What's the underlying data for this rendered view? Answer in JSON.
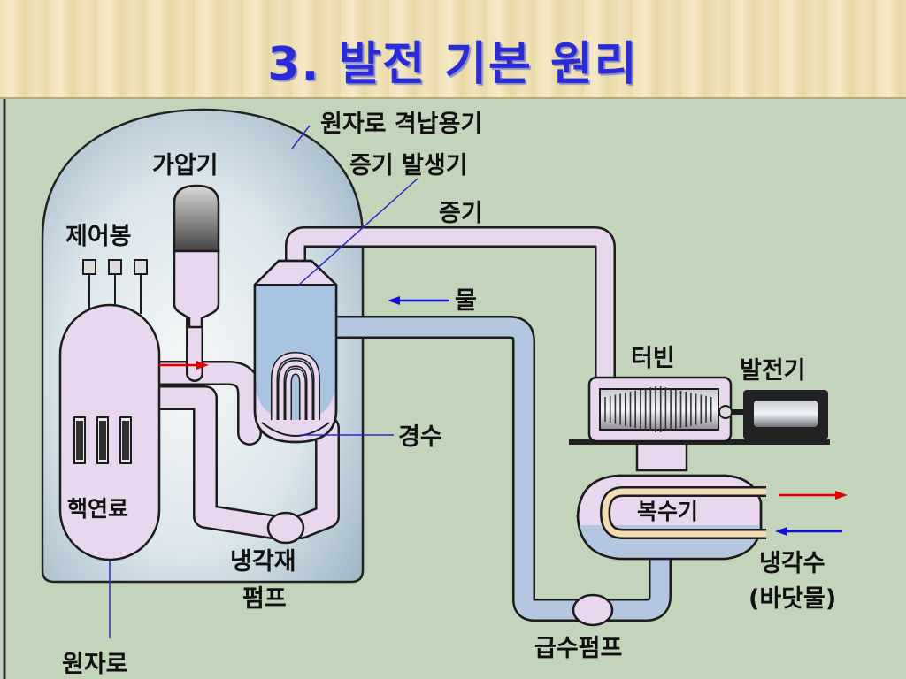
{
  "slide": {
    "title": "3. 발전 기본 원리"
  },
  "diagram": {
    "labels": {
      "containment": "원자로 격납용기",
      "steam_generator": "증기 발생기",
      "pressurizer": "가압기",
      "control_rods": "제어봉",
      "steam": "증기",
      "water": "물",
      "turbine": "터빈",
      "generator": "발전기",
      "fuel": "핵연료",
      "light_water": "경수",
      "condenser": "복수기",
      "coolant_pump_line1": "냉각재",
      "coolant_pump_line2": "펌프",
      "cooling_water_line1": "냉각수",
      "cooling_water_line2": "(바닷물)",
      "feed_pump": "급수펌프",
      "reactor": "원자로"
    }
  }
}
